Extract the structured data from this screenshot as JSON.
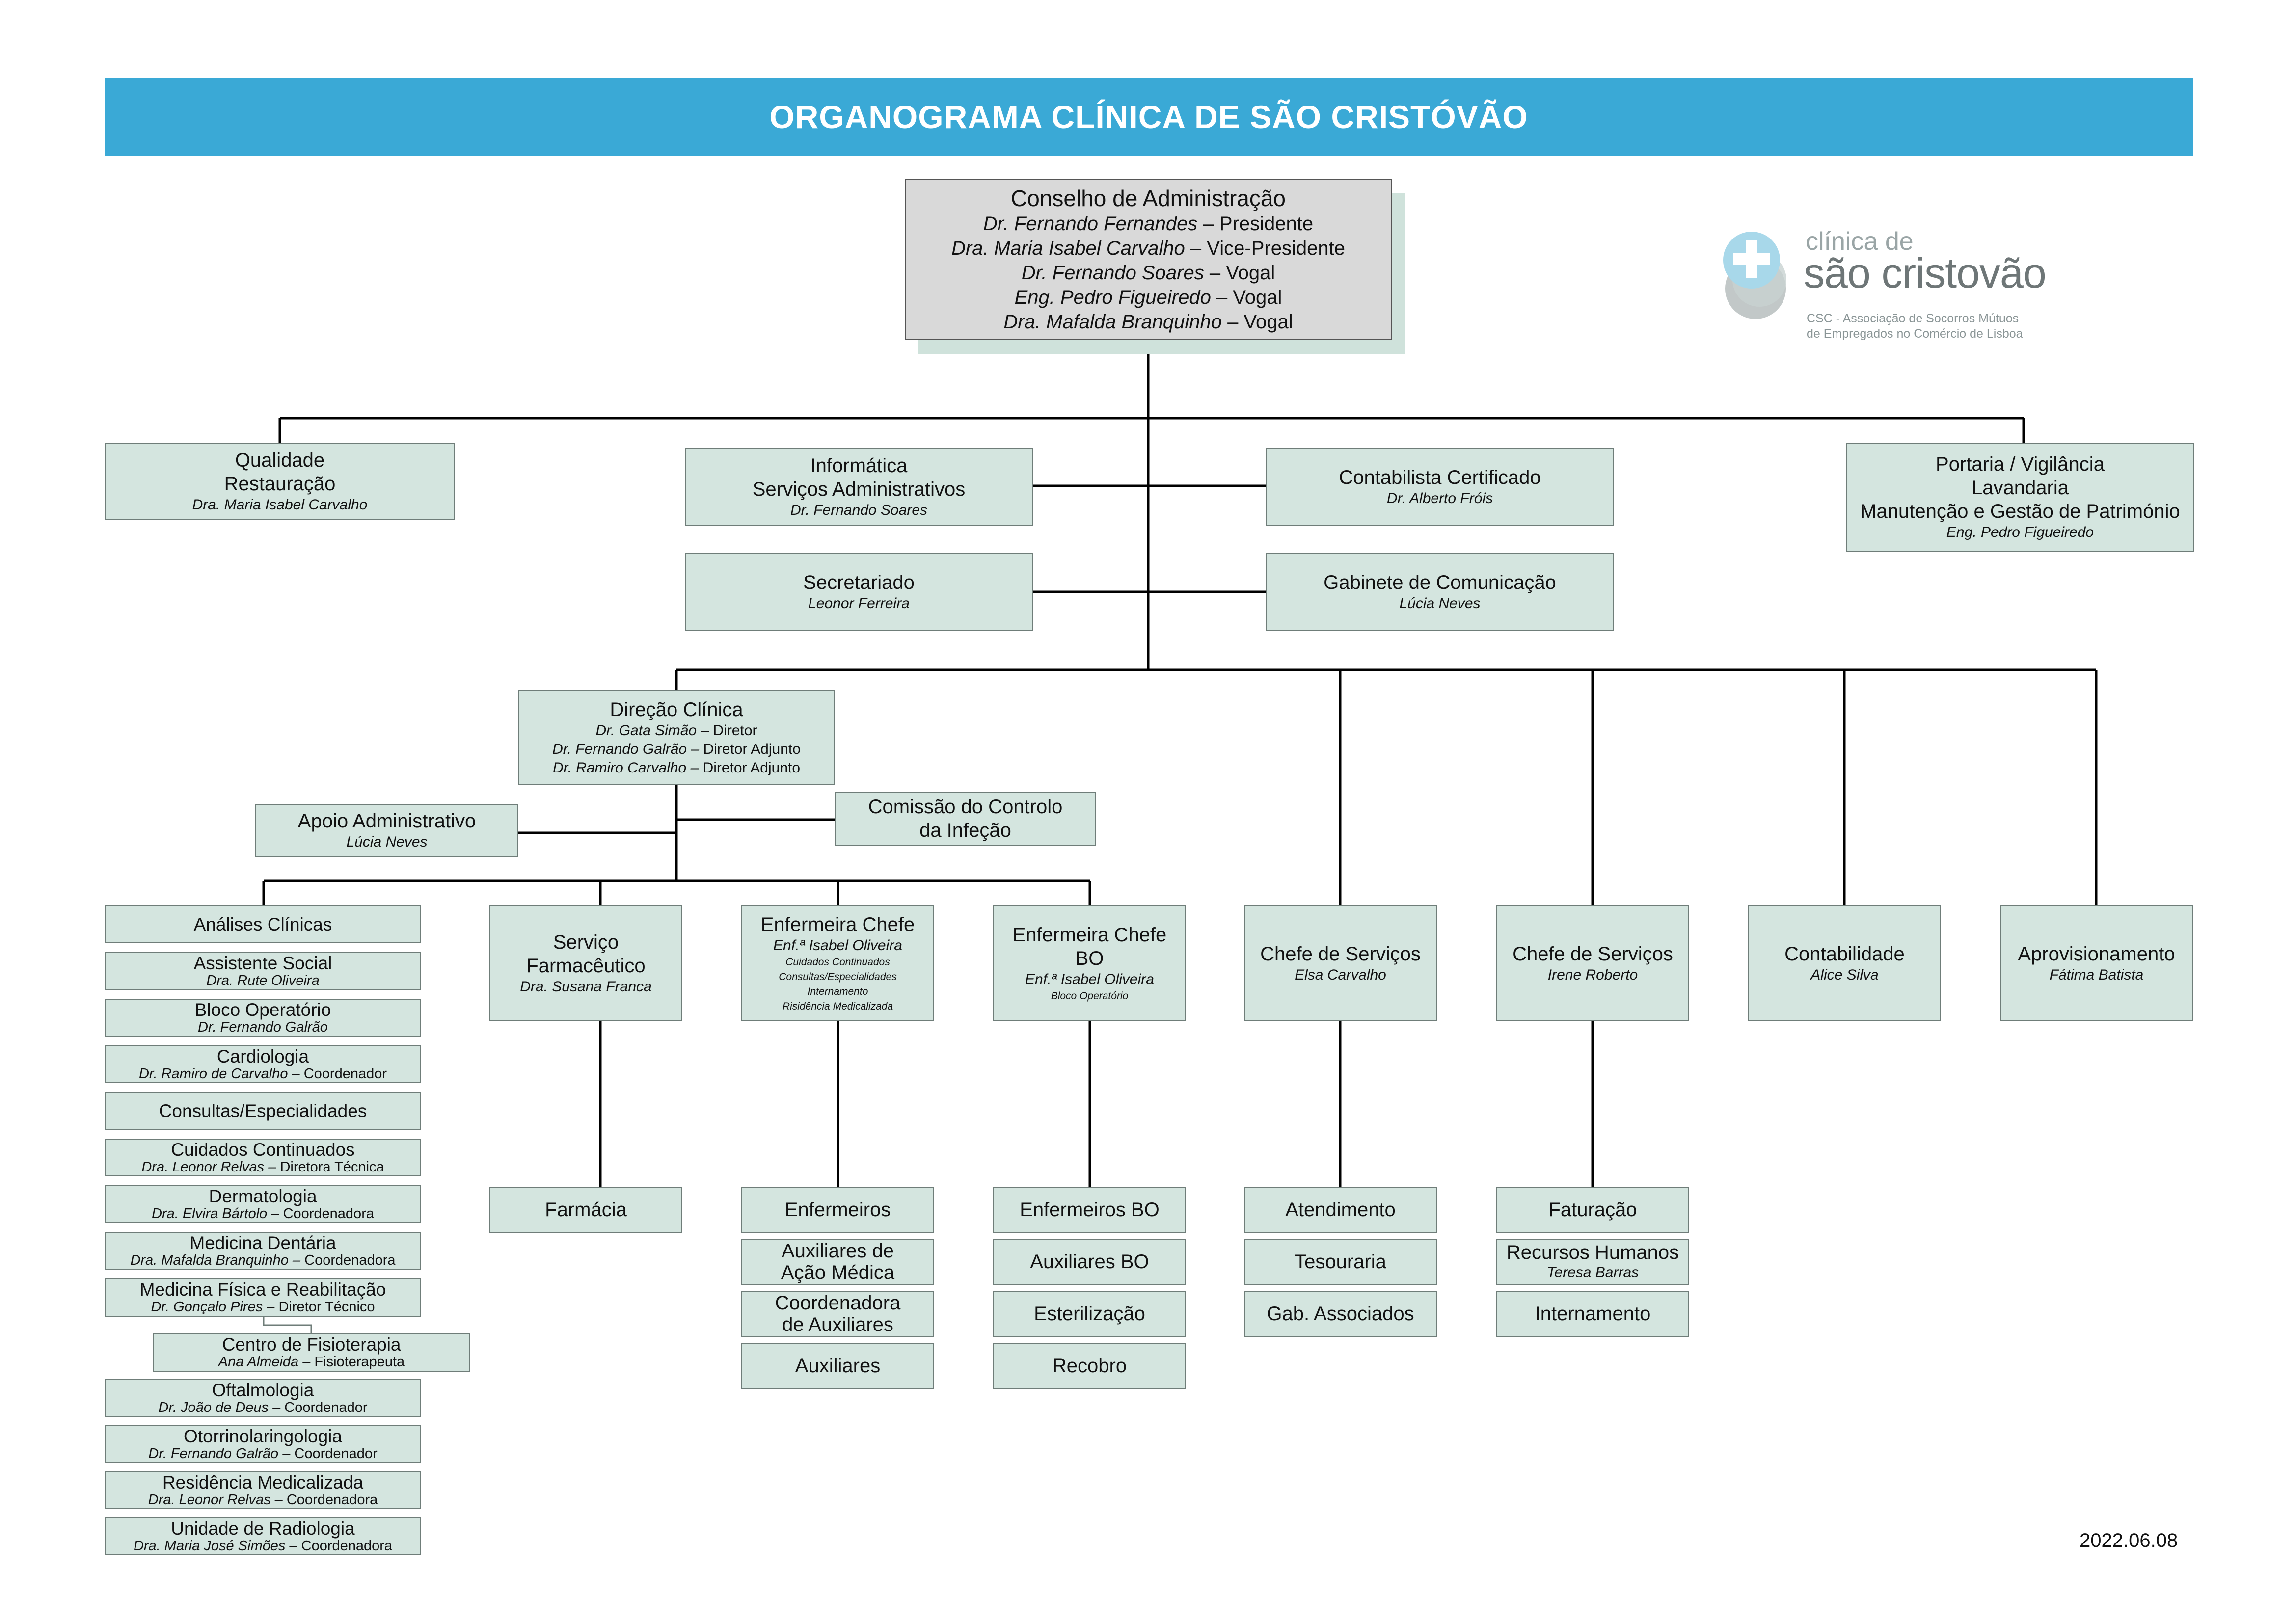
{
  "title": "ORGANOGRAMA CLÍNICA DE SÃO CRISTÓVÃO",
  "date": "2022.06.08",
  "logo": {
    "line1": "clínica de",
    "line2": "são cristovão",
    "line3": "CSC - Associação de Socorros Mútuos",
    "line4": "de Empregados no Comércio de Lisboa",
    "colors": {
      "cross": "#ffffff",
      "circle_light": "#a8d8ea",
      "circle_dark": "#6f8a8c"
    }
  },
  "colors": {
    "banner": "#3aa9d6",
    "box_fill": "#d4e5df",
    "board_fill": "#d9d9d9",
    "line": "#000000"
  },
  "board": {
    "title": "Conselho de Administração",
    "members": [
      {
        "name": "Dr. Fernando Fernandes",
        "role": "Presidente"
      },
      {
        "name": "Dra. Maria Isabel Carvalho",
        "role": "Vice-Presidente"
      },
      {
        "name": "Dr. Fernando Soares",
        "role": "Vogal"
      },
      {
        "name": "Eng. Pedro Figueiredo",
        "role": "Vogal"
      },
      {
        "name": "Dra. Mafalda Branquinho",
        "role": "Vogal"
      }
    ]
  },
  "units": {
    "qualidade": {
      "t1": "Qualidade",
      "t2": "Restauração",
      "s": "Dra. Maria Isabel Carvalho"
    },
    "informatica": {
      "t1": "Informática",
      "t2": "Serviços Administrativos",
      "s": "Dr. Fernando Soares"
    },
    "contabilista": {
      "t1": "Contabilista Certificado",
      "s": "Dr. Alberto Fróis"
    },
    "portaria": {
      "t1": "Portaria / Vigilância",
      "t2": "Lavandaria",
      "t3": "Manutenção e Gestão de Património",
      "s": "Eng. Pedro Figueiredo"
    },
    "secretariado": {
      "t1": "Secretariado",
      "s": "Leonor Ferreira"
    },
    "gabinete": {
      "t1": "Gabinete de Comunicação",
      "s": "Lúcia Neves"
    },
    "direcao": {
      "t1": "Direção Clínica",
      "p1n": "Dr. Gata Simão",
      "p1r": "Diretor",
      "p2n": "Dr. Fernando Galrão",
      "p2r": "Diretor Adjunto",
      "p3n": "Dr. Ramiro Carvalho",
      "p3r": "Diretor Adjunto"
    },
    "apoio": {
      "t1": "Apoio Administrativo",
      "s": "Lúcia Neves"
    },
    "comissao": {
      "t1": "Comissão do Controlo",
      "t2": "da Infeção"
    },
    "farmaceutico": {
      "t1": "Serviço",
      "t2": "Farmacêutico",
      "s": "Dra. Susana Franca"
    },
    "enf_chefe": {
      "t1": "Enfermeira Chefe",
      "s": "Enf.ª Isabel Oliveira",
      "x1": "Cuidados Continuados",
      "x2": "Consultas/Especialidades",
      "x3": "Internamento",
      "x4": "Risidência Medicalizada"
    },
    "enf_bo": {
      "t1": "Enfermeira Chefe",
      "t2": "BO",
      "s": "Enf.ª Isabel Oliveira",
      "x1": "Bloco Operatório"
    },
    "chefe1": {
      "t1": "Chefe de Serviços",
      "s": "Elsa Carvalho"
    },
    "chefe2": {
      "t1": "Chefe de Serviços",
      "s": "Irene Roberto"
    },
    "contabilidade": {
      "t1": "Contabilidade",
      "s": "Alice Silva"
    },
    "aprovisionamento": {
      "t1": "Aprovisionamento",
      "s": "Fátima Batista"
    }
  },
  "clinical_services": [
    {
      "t": "Análises Clínicas"
    },
    {
      "t": "Assistente Social",
      "s": "Dra. Rute Oliveira"
    },
    {
      "t": "Bloco Operatório",
      "s": "Dr. Fernando Galrão"
    },
    {
      "t": "Cardiologia",
      "s": "Dr. Ramiro de Carvalho",
      "r": "Coordenador"
    },
    {
      "t": "Consultas/Especialidades"
    },
    {
      "t": "Cuidados Continuados",
      "s": "Dra. Leonor Relvas",
      "r": "Diretora Técnica"
    },
    {
      "t": "Dermatologia",
      "s": "Dra. Elvira Bártolo",
      "r": "Coordenadora"
    },
    {
      "t": "Medicina Dentária",
      "s": "Dra. Mafalda Branquinho",
      "r": "Coordenadora"
    },
    {
      "t": "Medicina Física e Reabilitação",
      "s": "Dr. Gonçalo Pires",
      "r": "Diretor Técnico"
    },
    {
      "t": "Centro de Fisioterapia",
      "s": "Ana Almeida",
      "r": "Fisioterapeuta"
    },
    {
      "t": "Oftalmologia",
      "s": "Dr. João de Deus",
      "r": "Coordenador"
    },
    {
      "t": "Otorrinolaringologia",
      "s": "Dr. Fernando Galrão",
      "r": "Coordenador"
    },
    {
      "t": "Residência Medicalizada",
      "s": "Dra. Leonor Relvas",
      "r": "Coordenadora"
    },
    {
      "t": "Unidade de Radiologia",
      "s": "Dra. Maria José Simões",
      "r": "Coordenadora"
    }
  ],
  "sub": {
    "farmacia": "Farmácia",
    "enfermeiros": "Enfermeiros",
    "aux_acao_1": "Auxiliares de",
    "aux_acao_2": "Ação Médica",
    "coord_aux_1": "Coordenadora",
    "coord_aux_2": "de Auxiliares",
    "auxiliares": "Auxiliares",
    "enf_bo": "Enfermeiros BO",
    "aux_bo": "Auxiliares BO",
    "esterilizacao": "Esterilização",
    "recobro": "Recobro",
    "atendimento": "Atendimento",
    "tesouraria": "Tesouraria",
    "gab_assoc": "Gab. Associados",
    "faturacao": "Faturação",
    "rh": "Recursos Humanos",
    "rh_s": "Teresa Barras",
    "internamento": "Internamento"
  }
}
